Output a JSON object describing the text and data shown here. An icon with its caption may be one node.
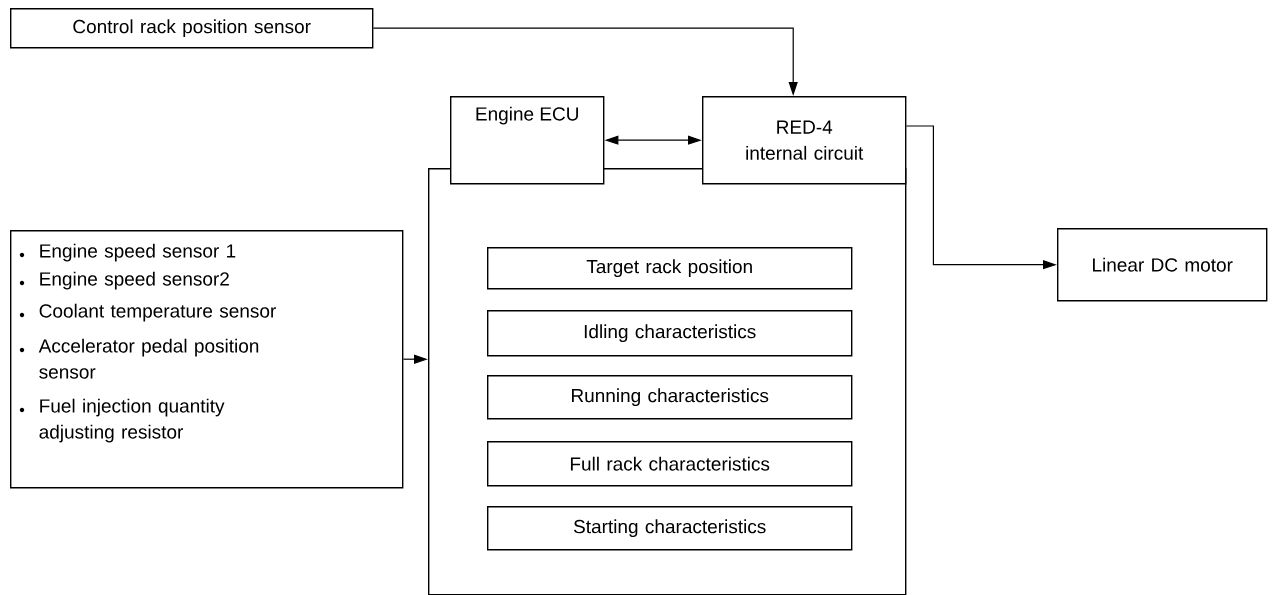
{
  "diagram": {
    "nodes": [
      {
        "text": [
          "Control rack position sensor"
        ]
      },
      {
        "text": [
          "Engine ECU"
        ]
      },
      {
        "text": [
          "RED-4 internal circuit"
        ]
      },
      {
        "text": [
          "Engine speed sensor 1",
          "Engine speed sensor2",
          "Coolant temperature sensor",
          "Accelerator pedal position sensor",
          "Fuel injection quantity adjusting resistor"
        ]
      },
      {
        "text": [],
        "shape": "box"
      },
      {
        "text": [
          "Target rack position"
        ],
        "in": 4
      },
      {
        "text": [
          "Idling characteristics"
        ],
        "in": 4
      },
      {
        "text": [
          "Running characteristics"
        ],
        "in": 4
      },
      {
        "text": [
          "Full rack characteristics"
        ],
        "in": 4
      },
      {
        "text": [
          "Starting characteristics"
        ],
        "in": 4
      },
      {
        "text": [
          "Linear DC motor"
        ]
      }
    ],
    "edges": [
      {
        "from": 0,
        "to": 2,
        "arrow": "to"
      },
      {
        "from": 1,
        "to": 2,
        "arrow": "both"
      },
      {
        "from": 3,
        "to": 4,
        "arrow": "to"
      },
      {
        "from": 2,
        "to": 10,
        "arrow": "to"
      }
    ]
  }
}
